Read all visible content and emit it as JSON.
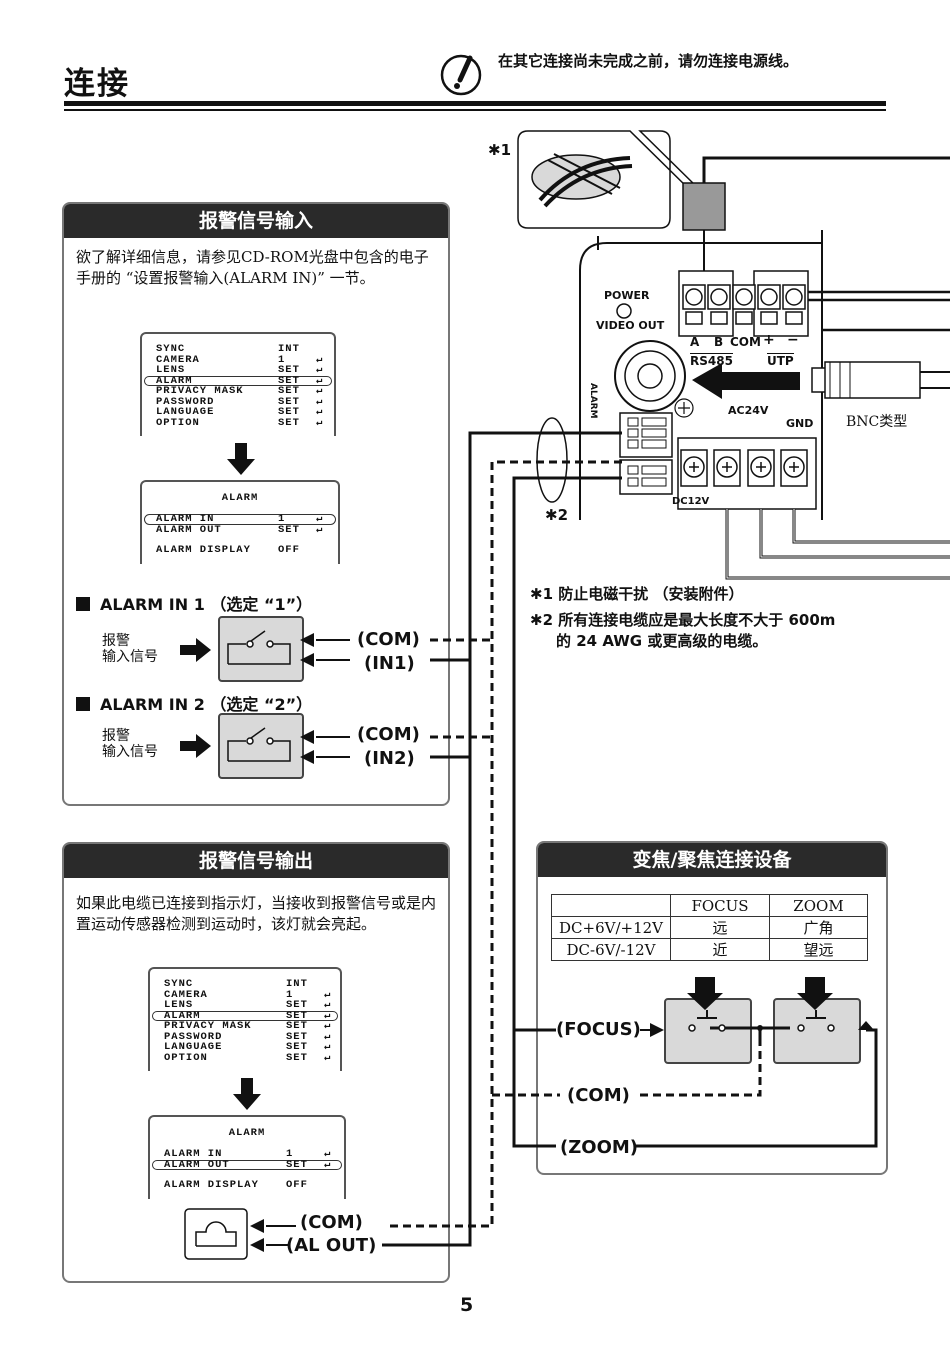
{
  "page": {
    "title": "连接",
    "warning": "在其它连接尚未完成之前，请勿连接电源线。",
    "page_number": "5"
  },
  "alarm_in": {
    "header": "报警信号输入",
    "desc": "欲了解详细信息，请参见CD-ROM光盘中包含的电子手册的 “设置报警输入(ALARM IN)” 一节。",
    "menu1": [
      {
        "k": "SYNC",
        "v": "INT",
        "a": ""
      },
      {
        "k": "CAMERA",
        "v": "1",
        "a": "↵"
      },
      {
        "k": "LENS",
        "v": "SET",
        "a": "↵"
      },
      {
        "k": "ALARM",
        "v": "SET",
        "a": "↵"
      },
      {
        "k": "PRIVACY MASK",
        "v": "SET",
        "a": "↵"
      },
      {
        "k": "PASSWORD",
        "v": "SET",
        "a": "↵"
      },
      {
        "k": "LANGUAGE",
        "v": "SET",
        "a": "↵"
      },
      {
        "k": "OPTION",
        "v": "SET",
        "a": "↵"
      }
    ],
    "menu2_title": "ALARM",
    "menu2": [
      {
        "k": "ALARM IN",
        "v": "1",
        "a": "↵"
      },
      {
        "k": "ALARM OUT",
        "v": "SET",
        "a": "↵"
      },
      {
        "k": "ALARM DISPLAY",
        "v": "OFF",
        "a": ""
      }
    ],
    "in1_label": "ALARM IN 1 （选定 “1”）",
    "in2_label": "ALARM IN 2 （选定 “2”）",
    "signal_text_1": "报警",
    "signal_text_2": "输入信号",
    "com": "(COM)",
    "in1": "(IN1)",
    "in2": "(IN2)"
  },
  "alarm_out": {
    "header": "报警信号输出",
    "desc": "如果此电缆已连接到指示灯，当接收到报警信号或是内置运动传感器检测到运动时，该灯就会亮起。",
    "menu1": [
      {
        "k": "SYNC",
        "v": "INT",
        "a": ""
      },
      {
        "k": "CAMERA",
        "v": "1",
        "a": "↵"
      },
      {
        "k": "LENS",
        "v": "SET",
        "a": "↵"
      },
      {
        "k": "ALARM",
        "v": "SET",
        "a": "↵"
      },
      {
        "k": "PRIVACY MASK",
        "v": "SET",
        "a": "↵"
      },
      {
        "k": "PASSWORD",
        "v": "SET",
        "a": "↵"
      },
      {
        "k": "LANGUAGE",
        "v": "SET",
        "a": "↵"
      },
      {
        "k": "OPTION",
        "v": "SET",
        "a": "↵"
      }
    ],
    "menu2_title": "ALARM",
    "menu2": [
      {
        "k": "ALARM IN",
        "v": "1",
        "a": "↵"
      },
      {
        "k": "ALARM OUT",
        "v": "SET",
        "a": "↵"
      },
      {
        "k": "ALARM DISPLAY",
        "v": "OFF",
        "a": ""
      }
    ],
    "com": "(COM)",
    "al_out": "(AL OUT)"
  },
  "camera": {
    "power": "POWER",
    "video_out": "VIDEO OUT",
    "a": "A",
    "b": "B",
    "com": "COM",
    "plus": "+",
    "minus": "−",
    "rs485": "RS485",
    "utp": "UTP",
    "ac24v": "AC24V",
    "gnd": "GND",
    "dc12v": "DC12V",
    "alarm_vert": "ALARM",
    "bnc": "BNC类型",
    "mark1": "✱1",
    "mark2": "✱2"
  },
  "notes": {
    "n1_mark": "✱1",
    "n1": "防止电磁干扰 （安装附件）",
    "n2_mark": "✱2",
    "n2_line1": "所有连接电缆应是最大长度不大于 600m",
    "n2_line2": "的 24 AWG 或更高级的电缆。"
  },
  "zoom_focus": {
    "header": "变焦/聚焦连接设备",
    "table_head": [
      "",
      "FOCUS",
      "ZOOM"
    ],
    "table_rows": [
      [
        "DC+6V/+12V",
        "远",
        "广角"
      ],
      [
        "DC-6V/-12V",
        "近",
        "望远"
      ]
    ],
    "focus": "(FOCUS)",
    "com": "(COM)",
    "zoom": "(ZOOM)"
  }
}
